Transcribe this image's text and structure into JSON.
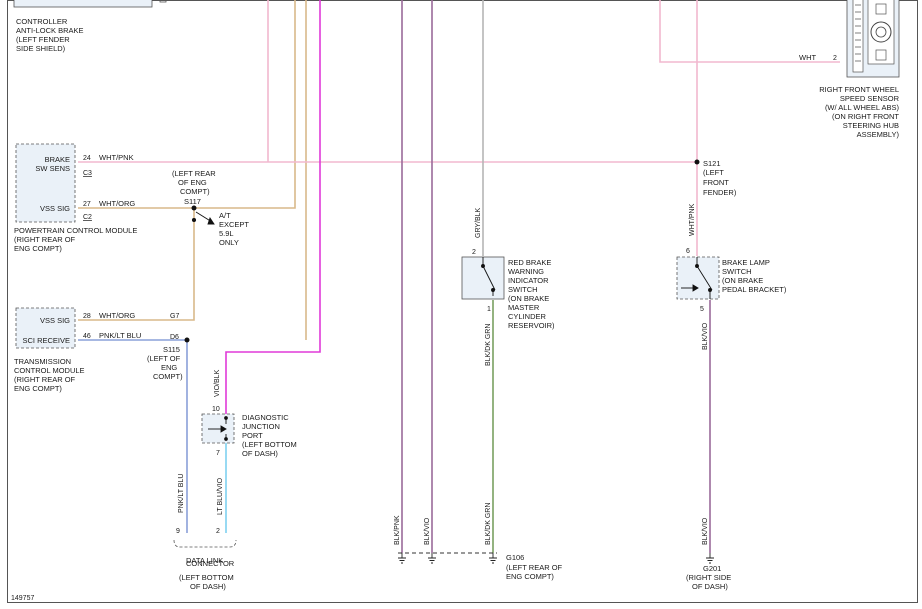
{
  "abs_module": {
    "lines": [
      "CONTROLLER",
      "ANTI-LOCK BRAKE",
      "(LEFT FENDER",
      "SIDE SHIELD)"
    ]
  },
  "pcm": {
    "terminals": [
      {
        "label1": "BRAKE",
        "label2": "SW SENS",
        "pin": "24",
        "connector": "C3",
        "wire": "WHT/PNK"
      },
      {
        "label1": "VSS SIG",
        "label2": "",
        "pin": "27",
        "connector": "C2",
        "wire": "WHT/ORG"
      }
    ],
    "caption": [
      "POWERTRAIN CONTROL MODULE",
      "(RIGHT REAR OF",
      "ENG COMPT)"
    ]
  },
  "tcm": {
    "terminals": [
      {
        "label": "VSS SIG",
        "pin": "28",
        "wire": "WHT/ORG",
        "connector": "G7"
      },
      {
        "label": "SCI RECEIVE",
        "pin": "46",
        "wire": "PNK/LT BLU",
        "connector": "D6"
      }
    ],
    "caption": [
      "TRANSMISSION",
      "CONTROL MODULE",
      "(RIGHT REAR OF",
      "ENG COMPT)"
    ]
  },
  "splices": {
    "s117": {
      "id": "S117",
      "location": [
        "(LEFT REAR",
        "OF ENG",
        "COMPT)"
      ],
      "note": [
        "A/T",
        "EXCEPT",
        "5.9L",
        "ONLY"
      ]
    },
    "s115": {
      "id": "S115",
      "location": [
        "(LEFT OF",
        "ENG",
        "COMPT)"
      ]
    },
    "s121": {
      "id": "S121",
      "location": [
        "(LEFT",
        "FRONT",
        "FENDER)"
      ]
    }
  },
  "diagnostic_port": {
    "lines": [
      "DIAGNOSTIC",
      "JUNCTION",
      "PORT",
      "(LEFT BOTTOM",
      "OF DASH)"
    ],
    "pin_top": "10",
    "pin_bottom": "7",
    "wire_top": "VIO/BLK",
    "wire_bottom": "LT BLU/VIO"
  },
  "data_link": {
    "lines": [
      "DATA LINK",
      "CONNECTOR",
      "(LEFT BOTTOM",
      "OF DASH)"
    ],
    "pin_left": "9",
    "pin_right": "2",
    "wire_left": "PNK/LT BLU"
  },
  "red_brake_switch": {
    "lines": [
      "RED BRAKE",
      "WARNING",
      "INDICATOR",
      "SWITCH",
      "(ON BRAKE",
      "MASTER",
      "CYLINDER",
      "RESERVOIR)"
    ],
    "pin_top": "2",
    "pin_bottom": "1",
    "wire_top": "GRY/BLK",
    "wire_bottom": "BLK/DK GRN"
  },
  "brake_lamp_switch": {
    "lines": [
      "BRAKE LAMP",
      "SWITCH",
      "(ON BRAKE",
      "PEDAL BRACKET)"
    ],
    "pin_top": "6",
    "pin_bottom": "5",
    "wire_top": "WHT/PNK",
    "wire_bottom": "BLK/VIO"
  },
  "speed_sensor": {
    "wire": "WHT",
    "pin": "2",
    "lines": [
      "RIGHT FRONT WHEEL",
      "SPEED SENSOR",
      "(W/ ALL WHEEL ABS)",
      "(ON RIGHT FRONT",
      "STEERING HUB",
      "ASSEMBLY)"
    ]
  },
  "grounds": {
    "g106": {
      "id": "G106",
      "location": [
        "(LEFT REAR OF",
        "ENG COMPT)"
      ]
    },
    "g201": {
      "id": "G201",
      "location": [
        "(RIGHT SIDE",
        "OF DASH)"
      ]
    }
  },
  "ground_wires": [
    "BLK/PNK",
    "BLK/VIO",
    "BLK/DK GRN",
    "BLK/VIO"
  ],
  "figure_id": "149757",
  "colors": {
    "tan": "#d9b98a",
    "pink": "#f2b8cf",
    "magenta": "#e03ad8",
    "violet": "#9a6a9a",
    "gray": "#b5b5b5",
    "green": "#7aa060",
    "lightblue": "#7fd0f0",
    "blue": "#8aa0d8",
    "component_fill": "#eaf1f8"
  }
}
